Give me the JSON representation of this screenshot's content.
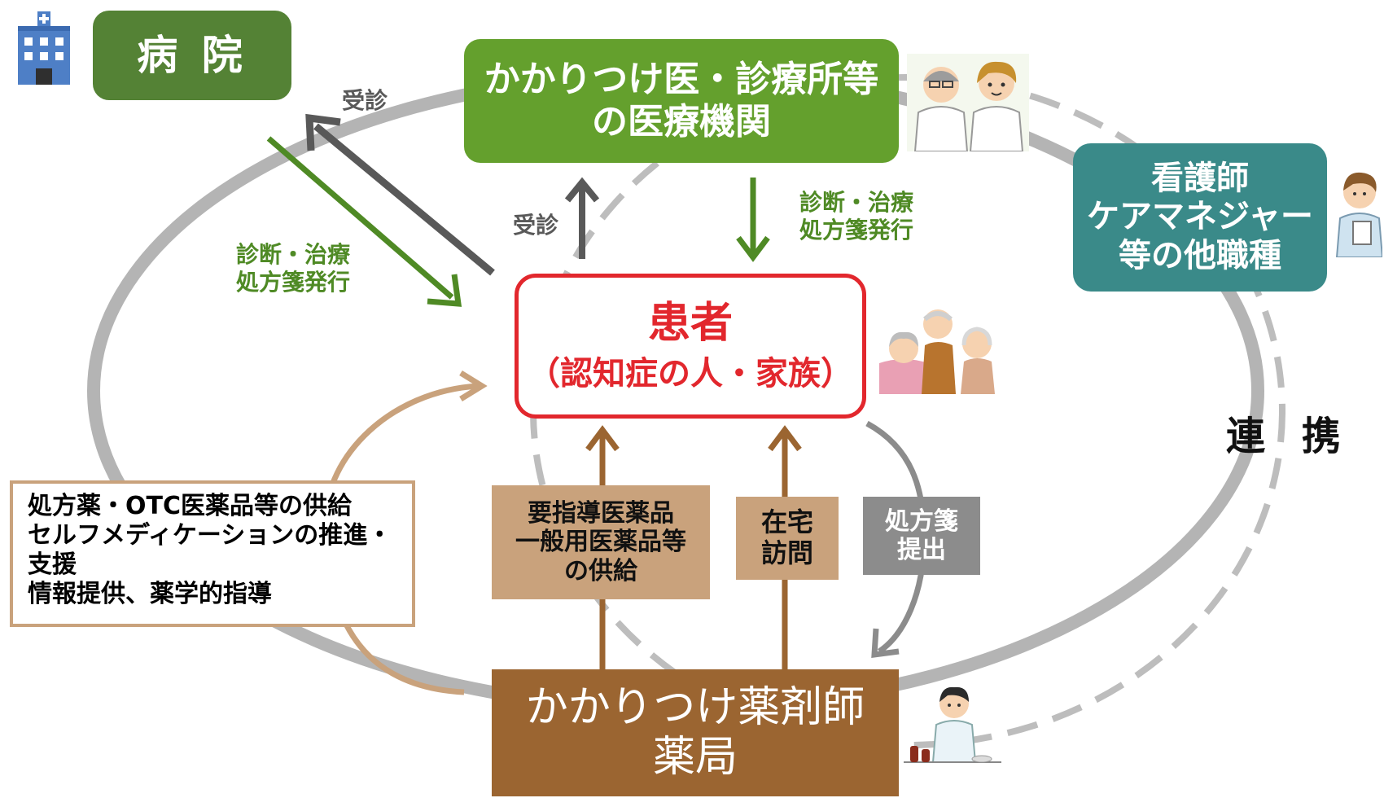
{
  "nodes": {
    "hospital": "病 院",
    "clinic": [
      "かかりつけ医・診療所等",
      "の医療機関"
    ],
    "other_staff": [
      "看護師",
      "ケアマネジャー",
      "等の他職種"
    ],
    "patient": [
      "患者",
      "（認知症の人・家族）"
    ],
    "pharmacy": [
      "かかりつけ薬剤師",
      "薬局"
    ]
  },
  "edge_labels": {
    "visit_hospital": "受診",
    "visit_clinic": "受診",
    "diagnosis_hospital": [
      "診断・治療",
      "処方箋発行"
    ],
    "diagnosis_clinic": [
      "診断・治療",
      "処方箋発行"
    ],
    "collaboration": "連 携"
  },
  "pharmacy_services": {
    "guidance_drugs": [
      "要指導医薬品",
      "一般用医薬品等",
      "の供給"
    ],
    "home_visit": [
      "在宅",
      "訪問"
    ],
    "prescription_submit": [
      "処方箋",
      "提出"
    ]
  },
  "left_box": [
    "処方薬・OTC医薬品等の供給",
    "セルフメディケーションの推進・",
    "支援",
    "情報提供、薬学的指導"
  ],
  "colors": {
    "hospital": "#548235",
    "clinic": "#64a02d",
    "other_staff": "#3a8a89",
    "patient_border": "#e2272d",
    "pharmacy": "#9b6531",
    "service_box": "#c9a27c",
    "prescription_box": "#8c8c8c",
    "cycle_ring": "#b4b4b4"
  },
  "icons": [
    "hospital-building-icon",
    "doctors-illustration-icon",
    "nurse-illustration-icon",
    "elderly-family-illustration-icon",
    "pharmacist-illustration-icon"
  ]
}
